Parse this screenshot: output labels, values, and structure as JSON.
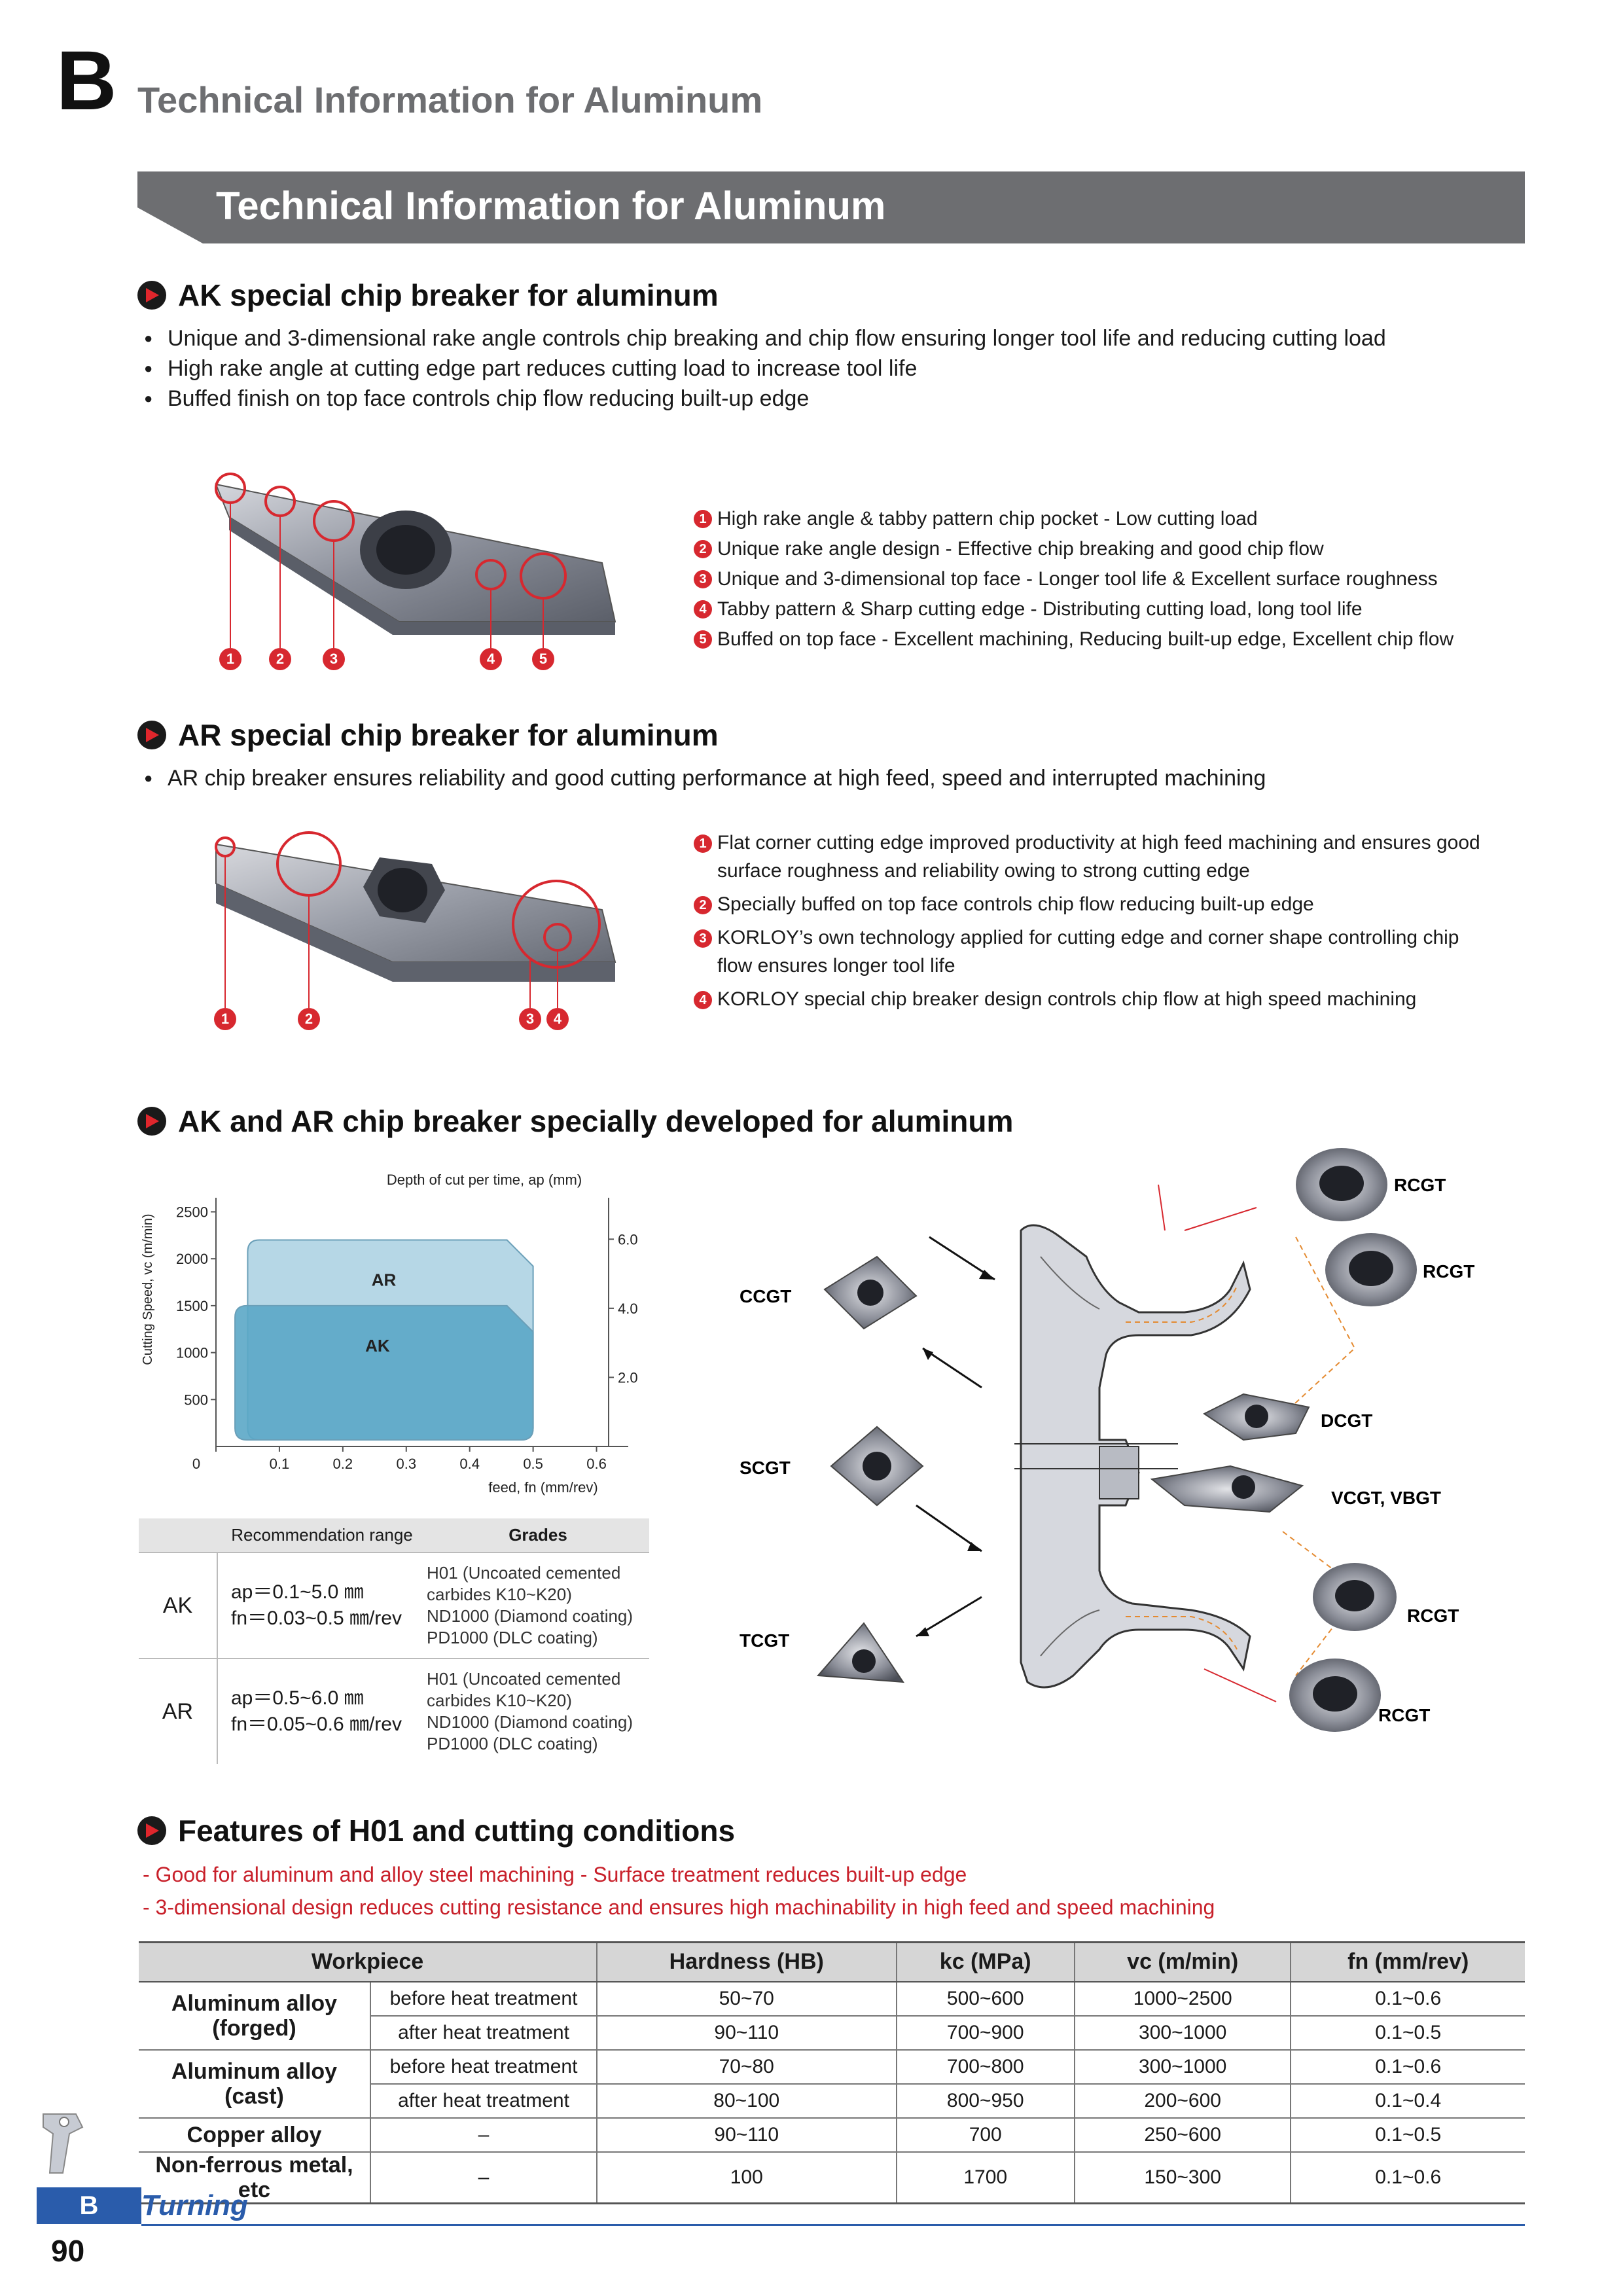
{
  "header": {
    "chapter_letter": "B",
    "chapter_title": "Technical Information for Aluminum",
    "banner_title": "Technical Information for Aluminum"
  },
  "ak_section": {
    "heading": "AK special chip breaker for aluminum",
    "bullets": [
      "Unique and 3-dimensional rake angle controls chip breaking and chip flow ensuring longer tool life  and reducing cutting load",
      "High rake angle at cutting edge part reduces cutting load to increase tool life",
      "Buffed finish on top face controls chip flow reducing built-up edge"
    ],
    "callout_numbers": [
      "1",
      "2",
      "3",
      "4",
      "5"
    ],
    "features": [
      {
        "num": "1",
        "text": "High rake angle & tabby pattern chip pocket - Low cutting load"
      },
      {
        "num": "2",
        "text": "Unique rake angle design - Effective chip breaking and good chip flow"
      },
      {
        "num": "3",
        "text": "Unique and 3-dimensional top face - Longer tool life & Excellent surface roughness"
      },
      {
        "num": "4",
        "text": "Tabby pattern & Sharp cutting edge - Distributing cutting load, long tool life"
      },
      {
        "num": "5",
        "text": "Buffed on top face  - Excellent machining, Reducing built-up edge, Excellent chip flow"
      }
    ]
  },
  "ar_section": {
    "heading": "AR special chip breaker for aluminum",
    "bullets": [
      "AR chip breaker ensures reliability and good cutting performance at high feed, speed and interrupted machining"
    ],
    "callout_numbers": [
      "1",
      "2",
      "3",
      "4"
    ],
    "features": [
      {
        "num": "1",
        "line1": "Flat corner cutting edge improved productivity at high feed machining  and ensures good",
        "line2": "surface roughness and reliability owing to strong cutting edge"
      },
      {
        "num": "2",
        "line1": "Specially buffed on top face controls chip flow reducing built-up edge",
        "line2": ""
      },
      {
        "num": "3",
        "line1": "KORLOY’s own technology applied for cutting edge and corner shape controlling  chip",
        "line2": "flow ensures longer tool life"
      },
      {
        "num": "4",
        "line1": "KORLOY special chip breaker design controls chip flow at high speed machining",
        "line2": ""
      }
    ]
  },
  "akar_section": {
    "heading": "AK and AR chip breaker specially developed for aluminum"
  },
  "chart_data": {
    "type": "area",
    "title": "",
    "top_axis_label": "Depth of cut per time, ap (mm)",
    "xlabel": "feed, fn (mm/rev)",
    "ylabel": "Cutting Speed, vc (m/min)",
    "x_ticks": [
      "0",
      "0.1",
      "0.2",
      "0.3",
      "0.4",
      "0.5",
      "0.6"
    ],
    "y_ticks": [
      "500",
      "1000",
      "1500",
      "2000",
      "2500"
    ],
    "right_ticks": [
      "2.0",
      "4.0",
      "6.0"
    ],
    "xlim": [
      0,
      0.65
    ],
    "ylim": [
      0,
      2650
    ],
    "series": [
      {
        "name": "AR",
        "color": "#a9d0e2",
        "feed": [
          0.05,
          0.5
        ],
        "speed": [
          0,
          2200
        ]
      },
      {
        "name": "AK",
        "color": "#5ba7c6",
        "feed": [
          0.03,
          0.5
        ],
        "speed": [
          0,
          1500
        ]
      }
    ]
  },
  "recommendation_table": {
    "headers": [
      "",
      "Recommendation range",
      "Grades"
    ],
    "rows": [
      {
        "name": "AK",
        "range1": "ap＝0.1~5.0 ㎜",
        "range2": "fn＝0.03~0.5 ㎜/rev",
        "grades": [
          "H01 (Uncoated cemented",
          "carbides K10~K20)",
          "ND1000 (Diamond coating)",
          "PD1000 (DLC coating)"
        ]
      },
      {
        "name": "AR",
        "range1": "ap＝0.5~6.0 ㎜",
        "range2": "fn＝0.05~0.6 ㎜/rev",
        "grades": [
          "H01 (Uncoated cemented",
          "carbides K10~K20)",
          "ND1000 (Diamond coating)",
          "PD1000 (DLC coating)"
        ]
      }
    ]
  },
  "wheel_diagram": {
    "labels": {
      "rcgt1": "RCGT",
      "rcgt2": "RCGT",
      "ccgt": "CCGT",
      "dcgt": "DCGT",
      "scgt": "SCGT",
      "vcgt": "VCGT, VBGT",
      "rcgt3": "RCGT",
      "tcgt": "TCGT",
      "rcgt4": "RCGT"
    }
  },
  "features_section": {
    "heading": "Features of H01 and cutting conditions",
    "notes": [
      "- Good for aluminum and alloy steel machining - Surface treatment reduces built-up edge",
      "- 3-dimensional design reduces cutting resistance and ensures high machinability in high feed and speed machining"
    ],
    "table": {
      "headers": [
        "Workpiece",
        "Hardness (HB)",
        "kc (MPa)",
        "vc (m/min)",
        "fn (mm/rev)"
      ],
      "groups": [
        {
          "name_line1": "Aluminum alloy",
          "name_line2": "(forged)",
          "rows": [
            {
              "treat": "before heat treatment",
              "hb": "50~70",
              "kc": "500~600",
              "vc": "1000~2500",
              "fn": "0.1~0.6"
            },
            {
              "treat": "after heat treatment",
              "hb": "90~110",
              "kc": "700~900",
              "vc": "300~1000",
              "fn": "0.1~0.5"
            }
          ]
        },
        {
          "name_line1": "Aluminum alloy",
          "name_line2": "(cast)",
          "rows": [
            {
              "treat": "before heat treatment",
              "hb": "70~80",
              "kc": "700~800",
              "vc": "300~1000",
              "fn": "0.1~0.6"
            },
            {
              "treat": "after heat treatment",
              "hb": "80~100",
              "kc": "800~950",
              "vc": "200~600",
              "fn": "0.1~0.4"
            }
          ]
        }
      ],
      "singles": [
        {
          "name": "Copper alloy",
          "treat": "–",
          "hb": "90~110",
          "kc": "700",
          "vc": "250~600",
          "fn": "0.1~0.5"
        },
        {
          "name": "Non-ferrous metal, etc",
          "treat": "–",
          "hb": "100",
          "kc": "1700",
          "vc": "150~300",
          "fn": "0.1~0.6"
        }
      ]
    }
  },
  "footer": {
    "tab_letter": "B",
    "section_name": "Turning",
    "page_number": "90"
  },
  "colors": {
    "banner_gray": "#6d6e71",
    "accent_red": "#d7282f",
    "footer_blue": "#2a5cab",
    "ar_fill": "#a9d0e2",
    "ak_fill": "#5ba7c6"
  }
}
